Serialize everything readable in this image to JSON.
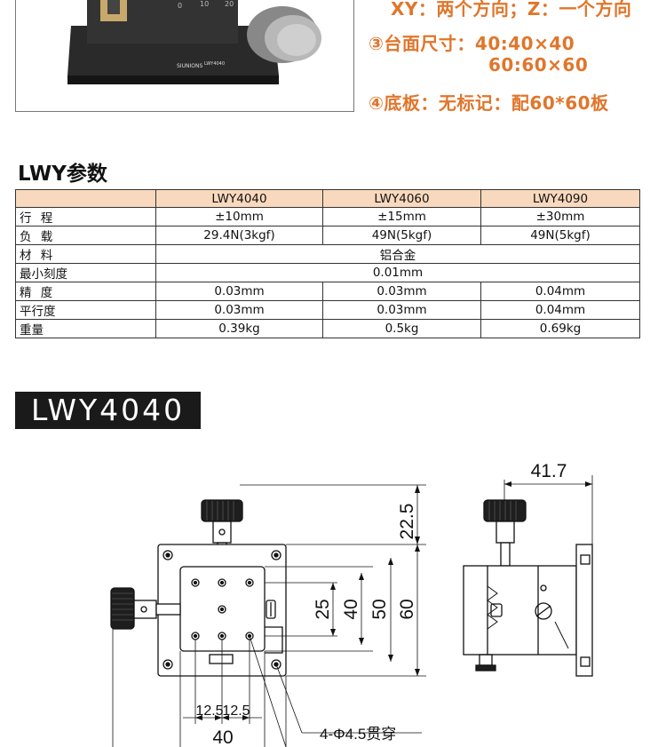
{
  "features": {
    "line1": "XY：两个方向；Z：一个方向",
    "line2": "③台面尺寸：40:40×40",
    "line3": "60:60×60",
    "line4": "④底板：无标记：配60*60板"
  },
  "photo": {
    "brand": "SIUNIONS",
    "model_mark": "LWY4040",
    "scale_0": "0",
    "scale_10": "10",
    "scale_20": "20"
  },
  "spec_title": "LWY参数",
  "spec_table": {
    "headers": [
      "",
      "LWY4040",
      "LWY4060",
      "LWY4090"
    ],
    "rows": [
      {
        "label": "行 程",
        "v1": "±10mm",
        "v2": "±15mm",
        "v3": "±30mm"
      },
      {
        "label": "负 载",
        "v1": "29.4N(3kgf)",
        "v2": "49N(5kgf)",
        "v3": "49N(5kgf)"
      },
      {
        "label": "材 料",
        "merged": "铝合金"
      },
      {
        "label": "最小刻度",
        "merged": "0.01mm"
      },
      {
        "label": "精 度",
        "v1": "0.03mm",
        "v2": "0.03mm",
        "v3": "0.04mm"
      },
      {
        "label": "平行度",
        "v1": "0.03mm",
        "v2": "0.03mm",
        "v3": "0.04mm"
      },
      {
        "label": "重量",
        "v1": "0.39kg",
        "v2": "0.5kg",
        "v3": "0.69kg"
      }
    ]
  },
  "model_banner": "LWY4040",
  "drawing": {
    "dim_417": "41.7",
    "dim_225": "22.5",
    "dim_25": "25",
    "dim_40v": "40",
    "dim_50": "50",
    "dim_60": "60",
    "dim_125a": "12.5",
    "dim_125b": "12.5",
    "dim_40h": "40",
    "hole_note": "4-Φ4.5贯穿"
  }
}
